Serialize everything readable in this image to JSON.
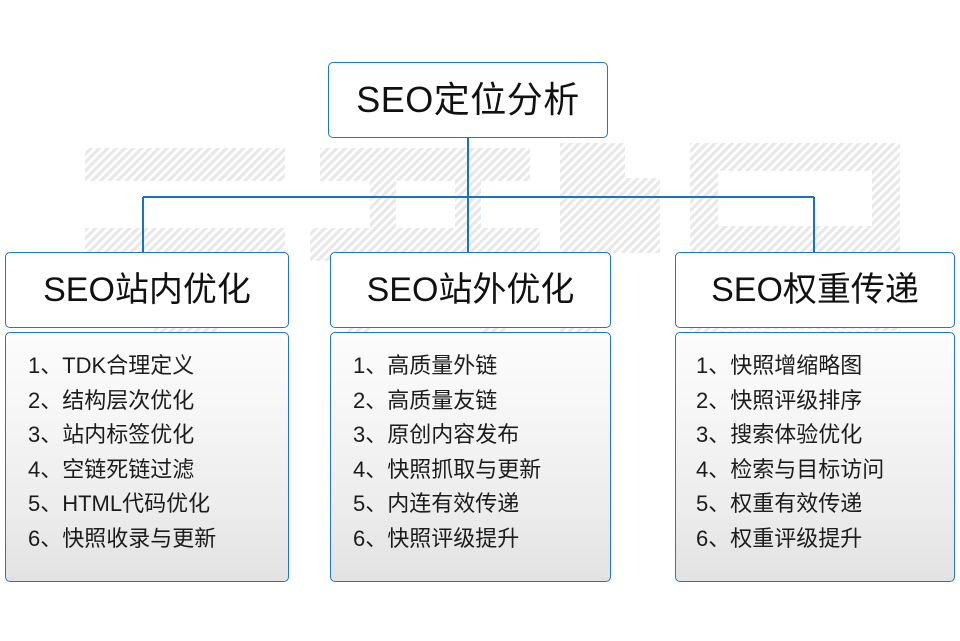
{
  "diagram": {
    "title": "SEO定位分析",
    "root": {
      "label": "SEO定位分析"
    },
    "branches": [
      {
        "header": "SEO站内优化",
        "items": [
          "1、TDK合理定义",
          "2、结构层次优化",
          "3、站内标签优化",
          "4、空链死链过滤",
          "5、HTML代码优化",
          "6、快照收录与更新"
        ]
      },
      {
        "header": "SEO站外优化",
        "items": [
          "1、高质量外链",
          "2、高质量友链",
          "3、原创内容发布",
          "4、快照抓取与更新",
          "5、内连有效传递",
          "6、快照评级提升"
        ]
      },
      {
        "header": "SEO权重传递",
        "items": [
          "1、快照增缩略图",
          "2、快照评级排序",
          "3、搜索体验优化",
          "4、检索与目标访问",
          "5、权重有效传递",
          "6、权重评级提升"
        ]
      }
    ],
    "watermark": {
      "text": "云无限",
      "color": "#ededed"
    },
    "colors": {
      "border": "#2178c4",
      "connector": "#1a74bd",
      "text": "#111111",
      "page_background": "#ffffff",
      "body_gradient_top": "#fcfcfc",
      "body_gradient_bottom": "#e2e2e2"
    }
  }
}
